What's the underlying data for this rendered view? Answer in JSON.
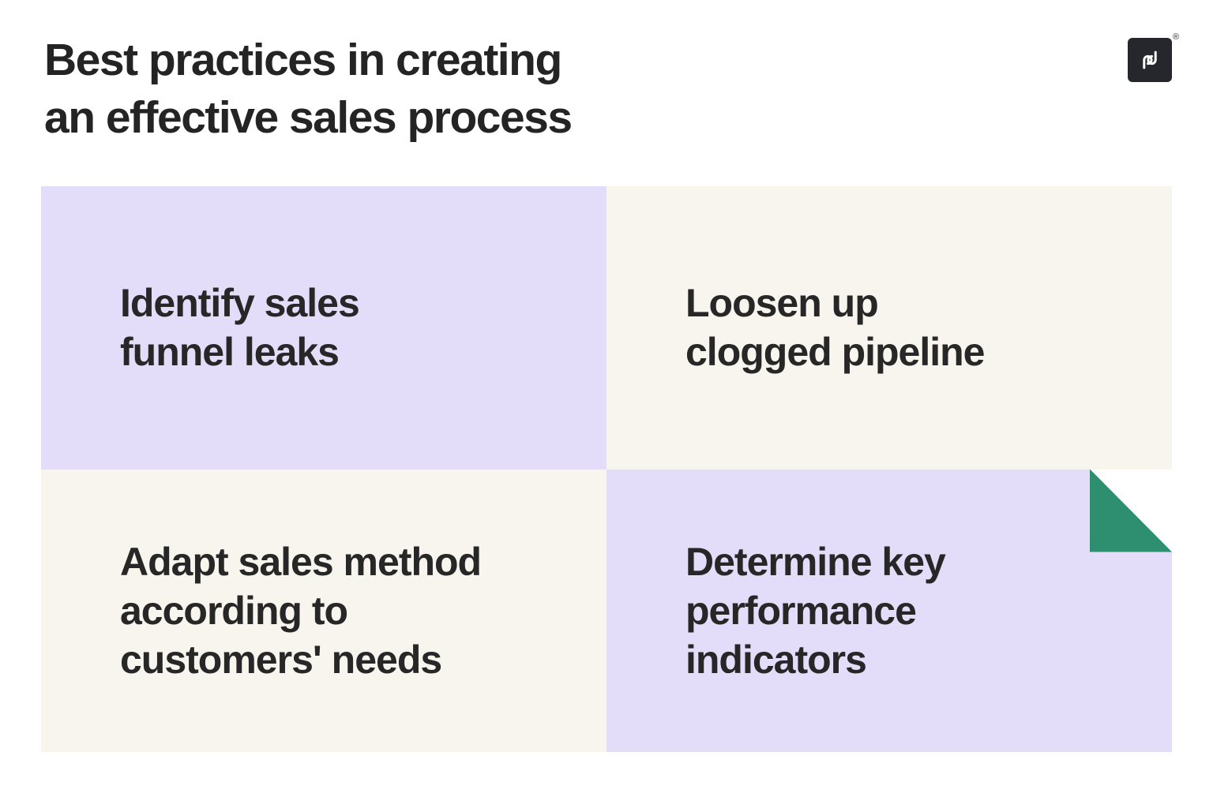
{
  "header": {
    "title_line1": "Best practices in creating",
    "title_line2": "an effective sales process",
    "logo": {
      "mark": "pd",
      "registered": "®",
      "bg_color": "#26262d",
      "mark_color": "#ffffff"
    }
  },
  "grid": {
    "cells": [
      {
        "id": "identify-sales-funnel-leaks",
        "label_lines": [
          "Identify sales",
          "funnel leaks"
        ],
        "bg": "#e4ddf9",
        "variant": "lavender"
      },
      {
        "id": "loosen-up-clogged-pipeline",
        "label_lines": [
          "Loosen up",
          "clogged pipeline"
        ],
        "bg": "#f8f4ee",
        "variant": "cream"
      },
      {
        "id": "adapt-sales-method",
        "label_lines": [
          "Adapt sales method",
          "according to",
          "customers' needs"
        ],
        "bg": "#f8f4ee",
        "variant": "cream"
      },
      {
        "id": "determine-key-performance-indicators",
        "label_lines": [
          "Determine key",
          "performance",
          "indicators"
        ],
        "bg": "#e4ddf9",
        "variant": "lavender",
        "fold_color": "#2d8e70"
      }
    ]
  },
  "colors": {
    "page_background": "#ffffff",
    "lavender": "#e4ddf9",
    "cream": "#f8f4ee",
    "accent_green": "#2d8e70",
    "text": "#242424"
  }
}
